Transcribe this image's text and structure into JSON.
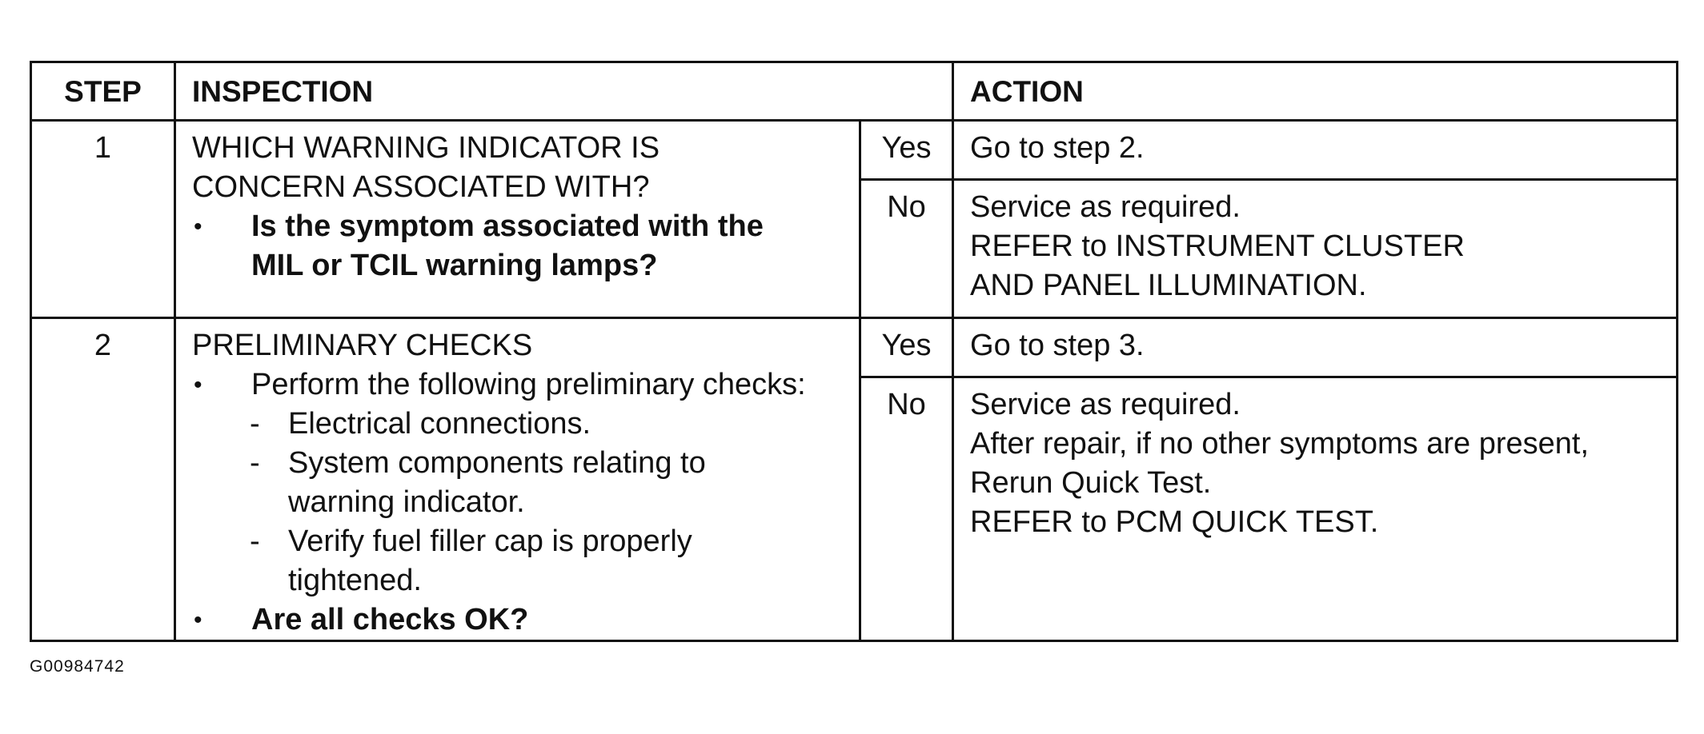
{
  "table": {
    "headers": {
      "step": "STEP",
      "inspection": "INSPECTION",
      "action": "ACTION"
    },
    "rows": [
      {
        "step": "1",
        "inspection_lines": [
          "WHICH WARNING INDICATOR IS",
          "CONCERN ASSOCIATED WITH?"
        ],
        "bullet_symbol": "•",
        "bullet_question_lines": [
          "Is the symptom associated with the",
          "MIL or TCIL warning lamps?"
        ],
        "yes_label": "Yes",
        "yes_action": "Go to step 2.",
        "no_label": "No",
        "no_action_lines": [
          "Service as required.",
          "REFER to INSTRUMENT CLUSTER",
          "AND PANEL ILLUMINATION."
        ]
      },
      {
        "step": "2",
        "inspection_title": "PRELIMINARY CHECKS",
        "bullet_symbol": "•",
        "bullet_intro": "Perform the following preliminary checks:",
        "dash_symbol": "-",
        "checks": [
          [
            "Electrical connections."
          ],
          [
            "System components relating to",
            "warning indicator."
          ],
          [
            "Verify fuel filler cap is properly",
            "tightened."
          ]
        ],
        "bullet_question": "Are all checks OK?",
        "yes_label": "Yes",
        "yes_action": "Go to step 3.",
        "no_label": "No",
        "no_action_lines": [
          "Service as required.",
          "After repair, if no other symptoms are present,",
          "Rerun Quick Test.",
          "REFER to PCM QUICK TEST."
        ]
      }
    ]
  },
  "figure_id": "G00984742"
}
